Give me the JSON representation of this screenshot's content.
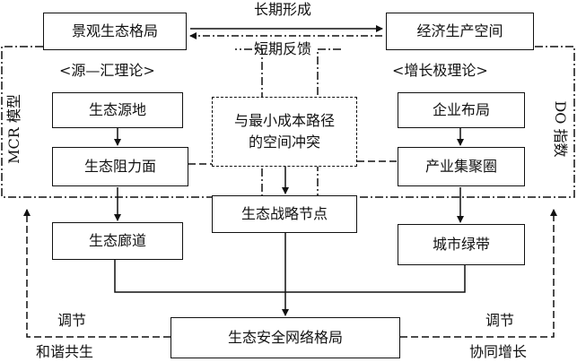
{
  "top": {
    "landscape": "景观生态格局",
    "economic": "经济生产空间",
    "long_term": "长期形成",
    "short_term": "短期反馈"
  },
  "left_group": {
    "theory": "<源—汇理论>",
    "model": "MCR 模型",
    "source": "生态源地",
    "resistance": "生态阻力面",
    "corridor": "生态廊道"
  },
  "right_group": {
    "theory": "<增长极理论>",
    "index": "DO 指数",
    "enterprise": "企业布局",
    "cluster": "产业集聚圈",
    "greenbelt": "城市绿带"
  },
  "center": {
    "conflict_line1": "与最小成本路径",
    "conflict_line2": "的空间冲突",
    "node": "生态战略节点",
    "network": "生态安全网络格局"
  },
  "bottom": {
    "left_adjust": "调节",
    "right_adjust": "调节",
    "harmony": "和谐共生",
    "coordinated": "协同增长"
  }
}
